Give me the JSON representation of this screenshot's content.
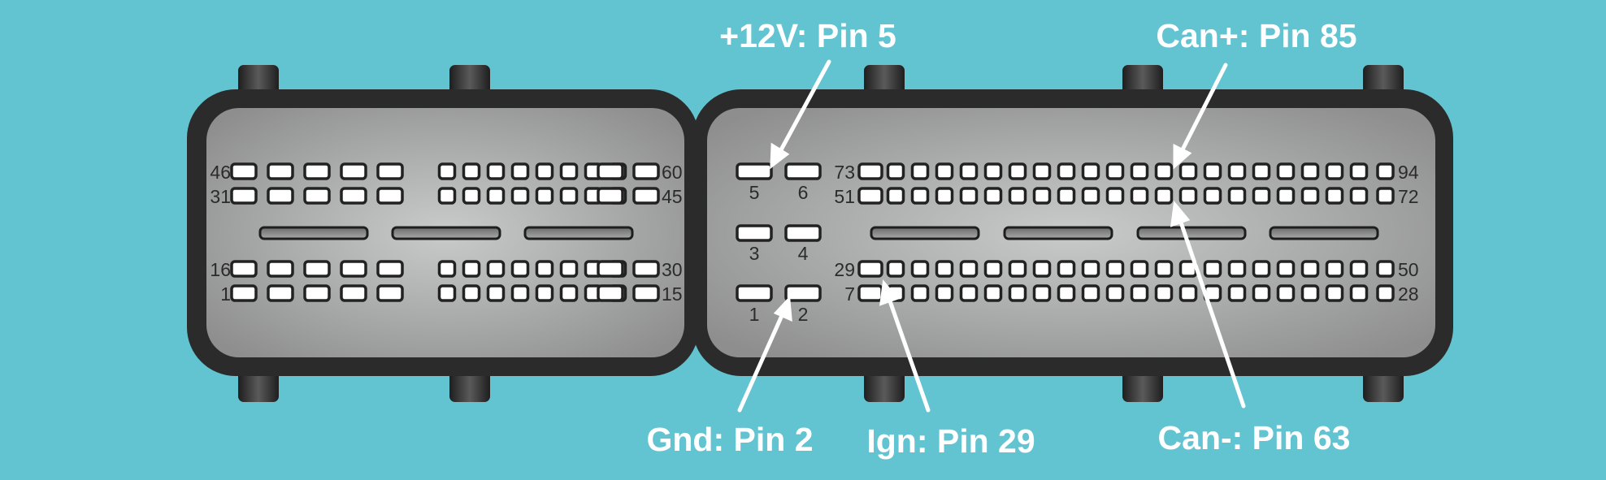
{
  "colors": {
    "background": "#62c3d1",
    "housing": "#2b2b2b",
    "face_light": "#c9cbcb",
    "face_dark": "#8e8e8e",
    "pin_fill": "#ffffff",
    "pin_stroke": "#222222",
    "callout": "#ffffff"
  },
  "left_connector": {
    "labels": {
      "row1_left": "46",
      "row1_right": "60",
      "row2_left": "31",
      "row2_right": "45",
      "row3_left": "16",
      "row3_right": "30",
      "row4_left": "1",
      "row4_right": "15"
    }
  },
  "power_block": {
    "labels": {
      "p5": "5",
      "p6": "6",
      "p3": "3",
      "p4": "4",
      "p1": "1",
      "p2": "2"
    }
  },
  "right_connector": {
    "labels": {
      "row1_left": "73",
      "row1_right": "94",
      "row2_left": "51",
      "row2_right": "72",
      "row3_left": "29",
      "row3_right": "50",
      "row4_left": "7",
      "row4_right": "28"
    }
  },
  "callouts": {
    "v12": "+12V: Pin 5",
    "can_plus": "Can+: Pin 85",
    "gnd": "Gnd: Pin 2",
    "ign": "Ign: Pin 29",
    "can_minus": "Can-: Pin 63"
  }
}
